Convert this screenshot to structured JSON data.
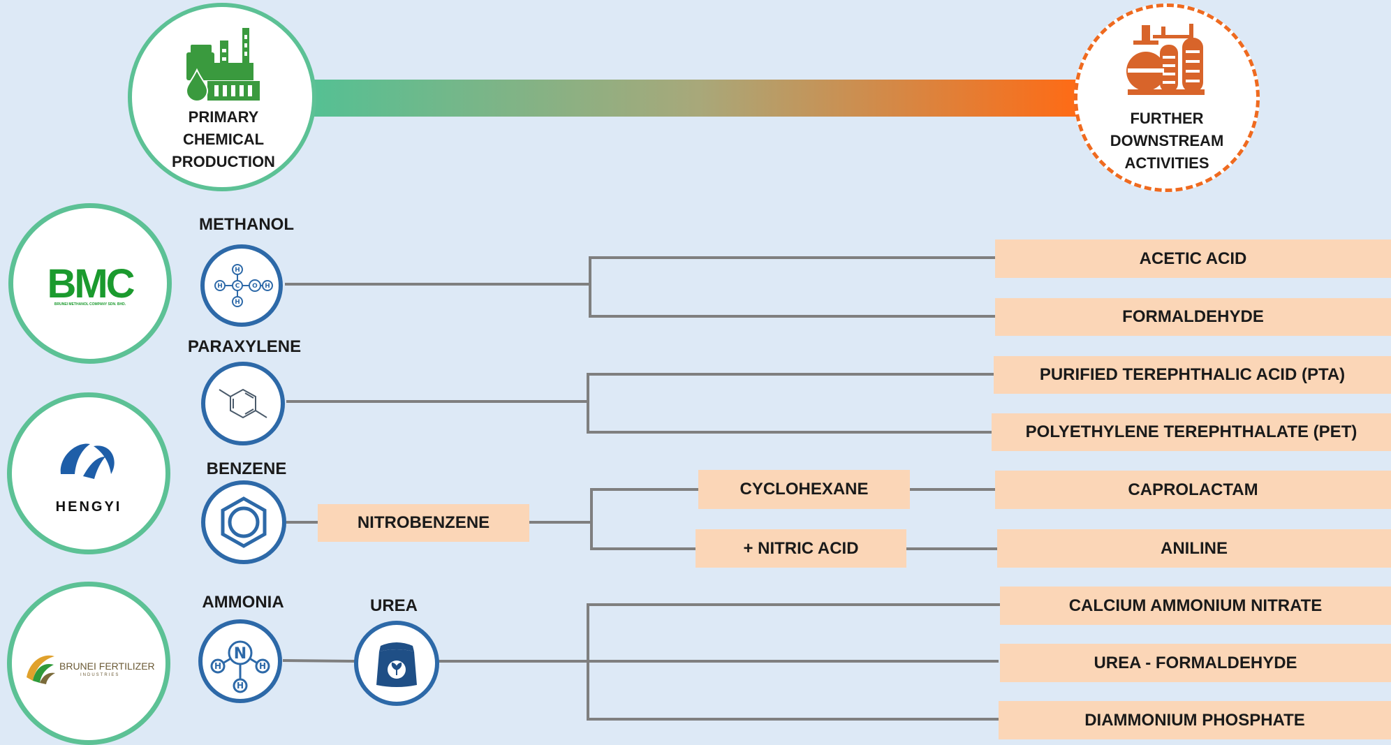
{
  "header": {
    "left_label": [
      "PRIMARY",
      "CHEMICAL",
      "PRODUCTION"
    ],
    "right_label": [
      "FURTHER",
      "DOWNSTREAM",
      "ACTIVITIES"
    ]
  },
  "companies": [
    {
      "logo_text": "BMC",
      "sub_text": "BRUNEI METHANOL COMPANY SDN. BHD."
    },
    {
      "logo_text": "HENGYI"
    },
    {
      "logo_text": "BRUNEI FERTILIZER",
      "sub_text": "INDUSTRIES"
    }
  ],
  "feedstocks": {
    "methanol": "METHANOL",
    "paraxylene": "PARAXYLENE",
    "benzene": "BENZENE",
    "ammonia": "AMMONIA",
    "urea": "UREA"
  },
  "molecule_atoms": {
    "methanol": [
      "H",
      "H",
      "C",
      "O",
      "H",
      "H"
    ],
    "ammonia": [
      "N",
      "H",
      "H",
      "H"
    ]
  },
  "intermediates": {
    "nitrobenzene": "NITROBENZENE",
    "cyclohexane": "CYCLOHEXANE",
    "nitric_acid": "+ NITRIC ACID"
  },
  "products": {
    "acetic_acid": "ACETIC ACID",
    "formaldehyde": "FORMALDEHYDE",
    "pta": "PURIFIED TEREPHTHALIC ACID (PTA)",
    "pet": "POLYETHYLENE TEREPHTHALATE (PET)",
    "caprolactam": "CAPROLACTAM",
    "aniline": "ANILINE",
    "can": "CALCIUM AMMONIUM NITRATE",
    "urea_formaldehyde": "UREA - FORMALDEHYDE",
    "dap": "DIAMMONIUM PHOSPHATE"
  },
  "colors": {
    "background": "#dde9f6",
    "green": "#5cc195",
    "orange": "#ef6a1f",
    "blue": "#2d69a8",
    "box": "#fbd6b7",
    "connector": "#7f7f7f"
  }
}
